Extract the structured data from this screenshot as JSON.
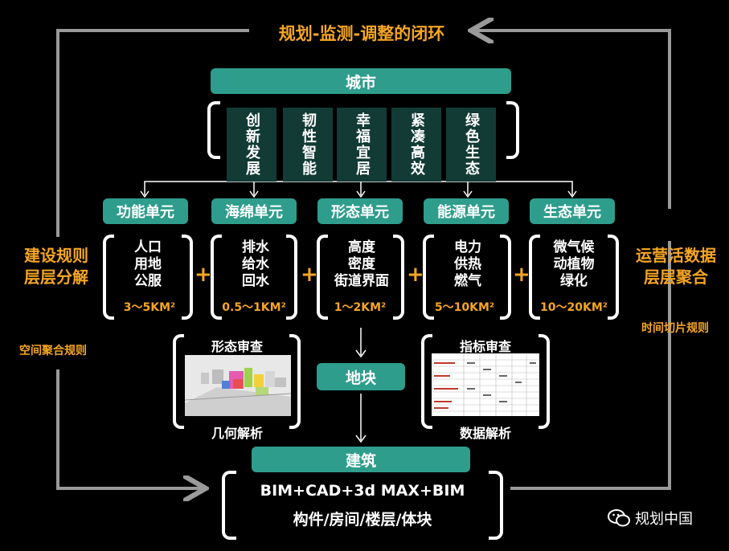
{
  "title": "规划-监测-调整的闭环",
  "city": "城市",
  "values": [
    "创新发展",
    "韧性智能",
    "幸福宜居",
    "紧凑高效",
    "绿色生态"
  ],
  "units": [
    {
      "name": "功能单元",
      "items": "人口\n用地\n公服",
      "scale": "3～5KM²"
    },
    {
      "name": "海绵单元",
      "items": "排水\n给水\n回水",
      "scale": "0.5～1KM²"
    },
    {
      "name": "形态单元",
      "items": "高度\n密度\n街道界面",
      "scale": "1～2KM²"
    },
    {
      "name": "能源单元",
      "items": "电力\n供热\n燃气",
      "scale": "5～10KM²"
    },
    {
      "name": "生态单元",
      "items": "微气候\n动植物\n绿化",
      "scale": "10～20KM²"
    }
  ],
  "plus": "+",
  "left_review": {
    "title": "形态审查",
    "caption": "几何解析"
  },
  "right_review": {
    "title": "指标审查",
    "caption": "数据解析"
  },
  "plot": "地块",
  "building": "建筑",
  "building_line1": "BIM+CAD+3d MAX+BIM",
  "building_line2": "构件/房间/楼层/体块",
  "left_side": {
    "title": "建设规则\n层层分解",
    "sub": "空间聚合规则"
  },
  "right_side": {
    "title": "运营活数据\n层层聚合",
    "sub": "时间切片规则"
  },
  "watermark": "规划中国",
  "colors": {
    "teal": "#2e9d8c",
    "dark_teal": "#123b35",
    "orange": "#f5a623",
    "frame": "#9a9a9a"
  }
}
